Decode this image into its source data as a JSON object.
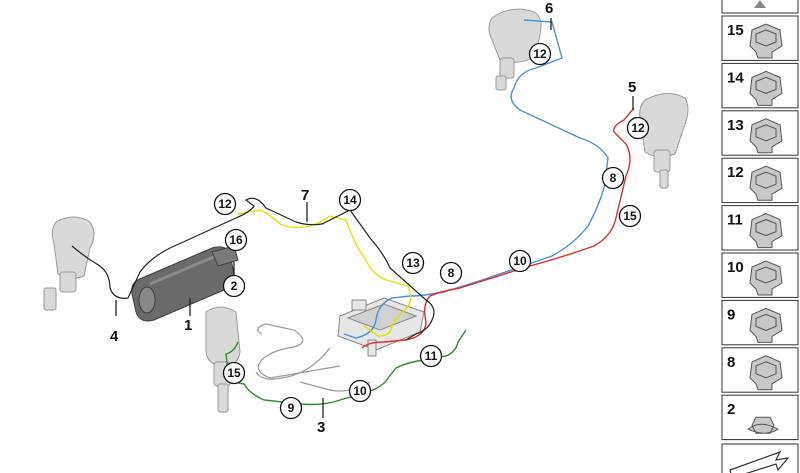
{
  "diagram": {
    "part_numbers": {
      "p1": "1",
      "p2": "2",
      "p3": "3",
      "p4": "4",
      "p5": "5",
      "p6": "6",
      "p7": "7"
    },
    "callouts": {
      "c12_top": "12",
      "c12_right": "12",
      "c8_right": "8",
      "c15_right": "15",
      "c12_left": "12",
      "c14": "14",
      "c16": "16",
      "c2": "2",
      "c13": "13",
      "c8_mid": "8",
      "c10_mid": "10",
      "c11": "11",
      "c15_bottom": "15",
      "c10_bottom": "10",
      "c9": "9"
    },
    "legend": [
      "15",
      "14",
      "13",
      "12",
      "11",
      "10",
      "9",
      "8",
      "2"
    ],
    "line_colors": {
      "blue": "#4a90d9",
      "red": "#d9302c",
      "yellow": "#e8e000",
      "green": "#2e8b2e",
      "black": "#222222"
    }
  }
}
